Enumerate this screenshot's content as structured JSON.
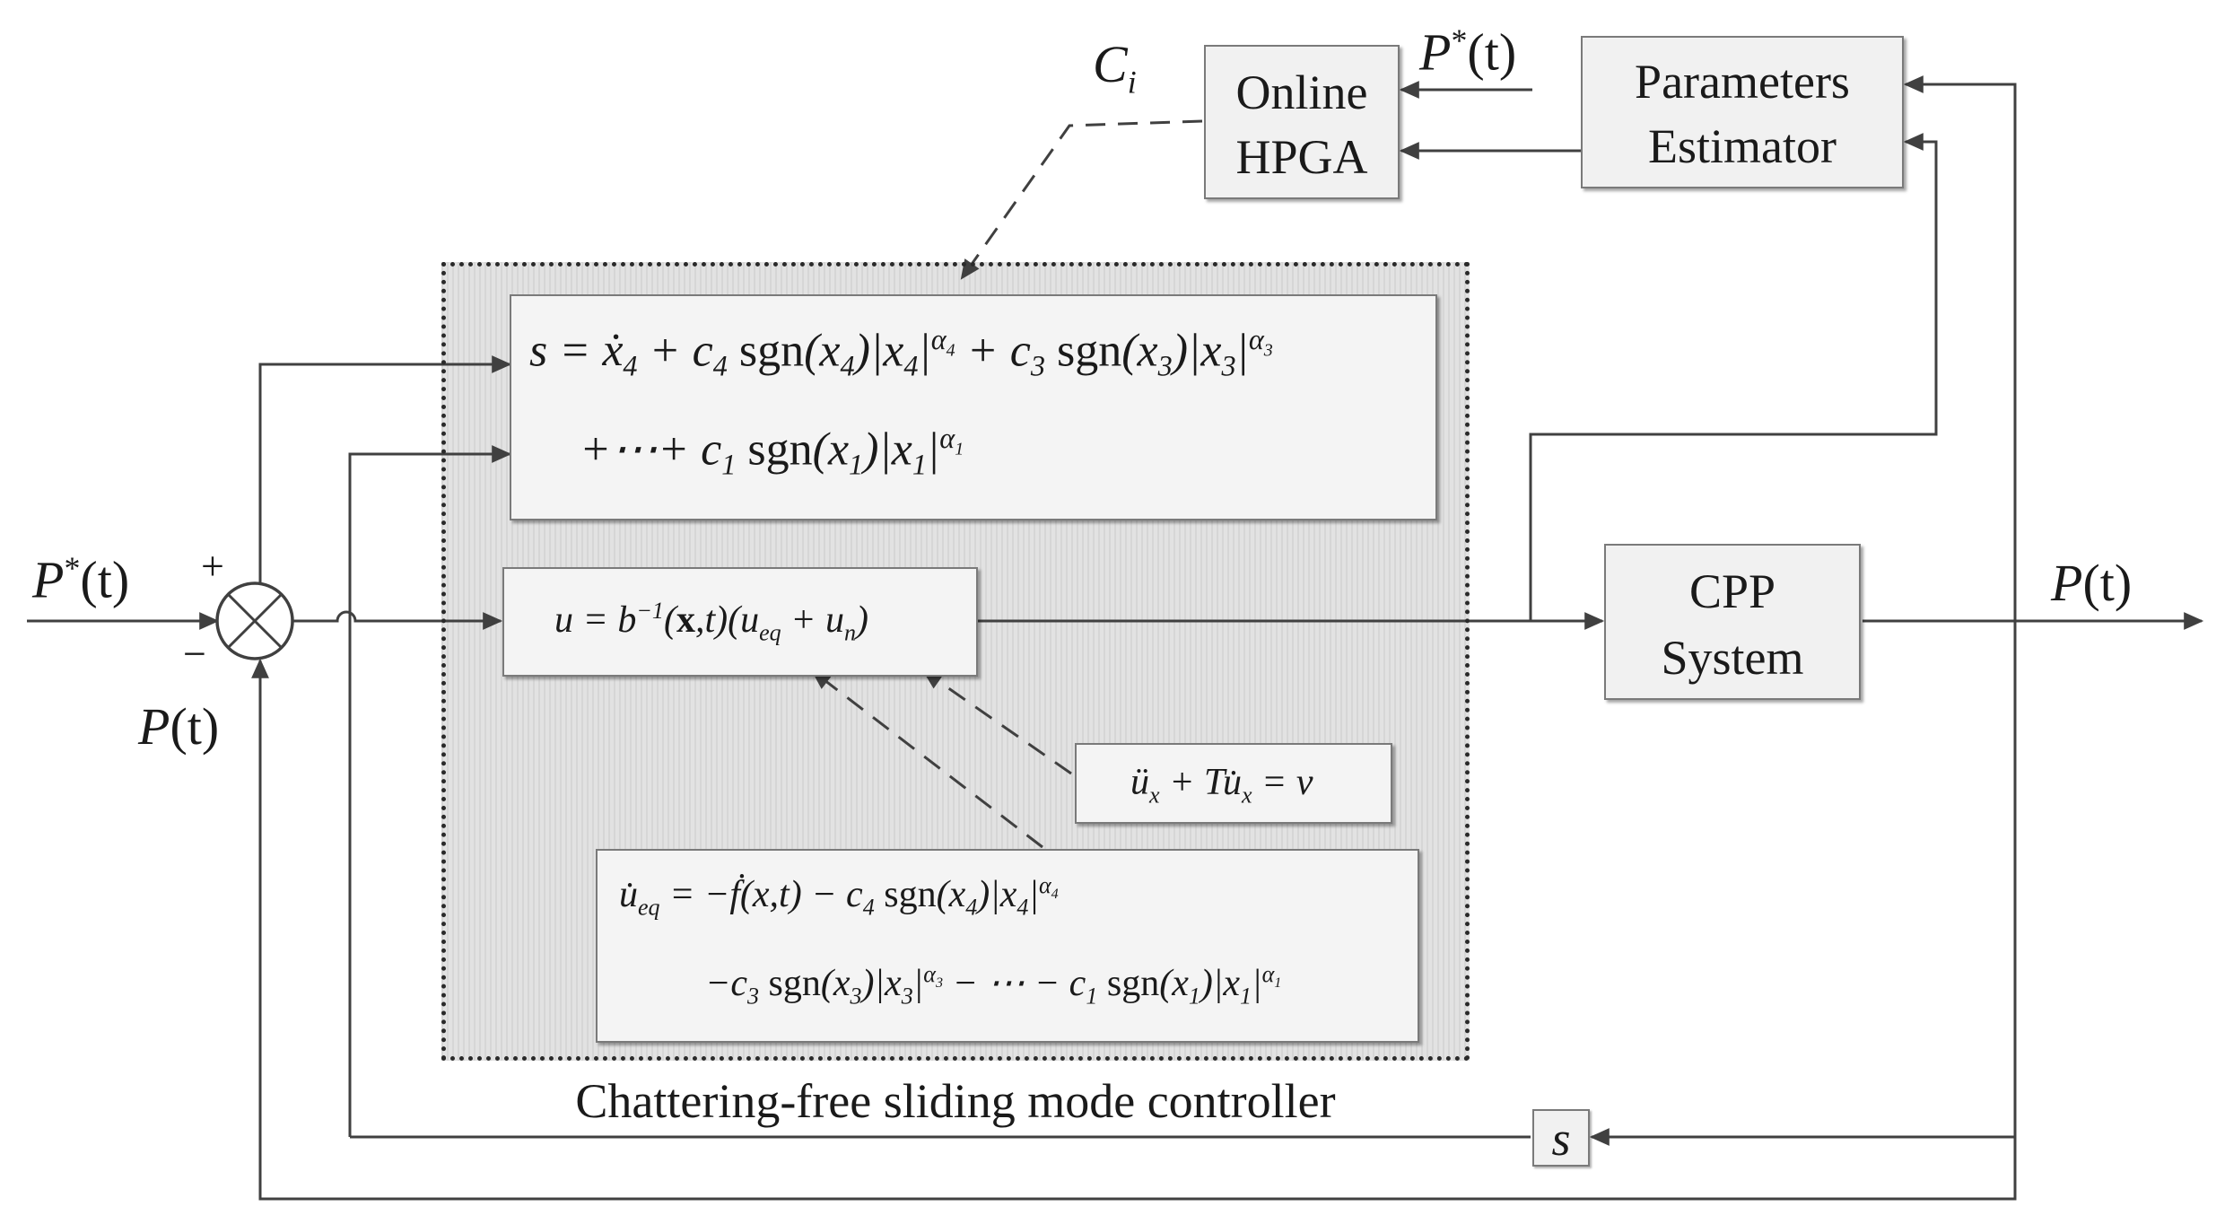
{
  "blocks": {
    "online_hpga": {
      "line1": "Online",
      "line2": "HPGA"
    },
    "parameters_estimator": {
      "line1": "Parameters",
      "line2": "Estimator"
    },
    "cpp_system": {
      "line1": "CPP",
      "line2": "System"
    },
    "derivative": {
      "label": "s"
    }
  },
  "signals": {
    "reference": "P",
    "reference_sup": "*",
    "reference_arg": "(t)",
    "output": "P",
    "output_arg": "(t)",
    "ci_main": "C",
    "ci_sub": "i",
    "sum_plus": "+",
    "sum_minus": "−"
  },
  "controller": {
    "caption": "Chattering-free sliding mode controller"
  },
  "colors": {
    "box_fill": "#f1f1f1",
    "controller_fill": "#e2e2e2",
    "line": "#404040"
  }
}
